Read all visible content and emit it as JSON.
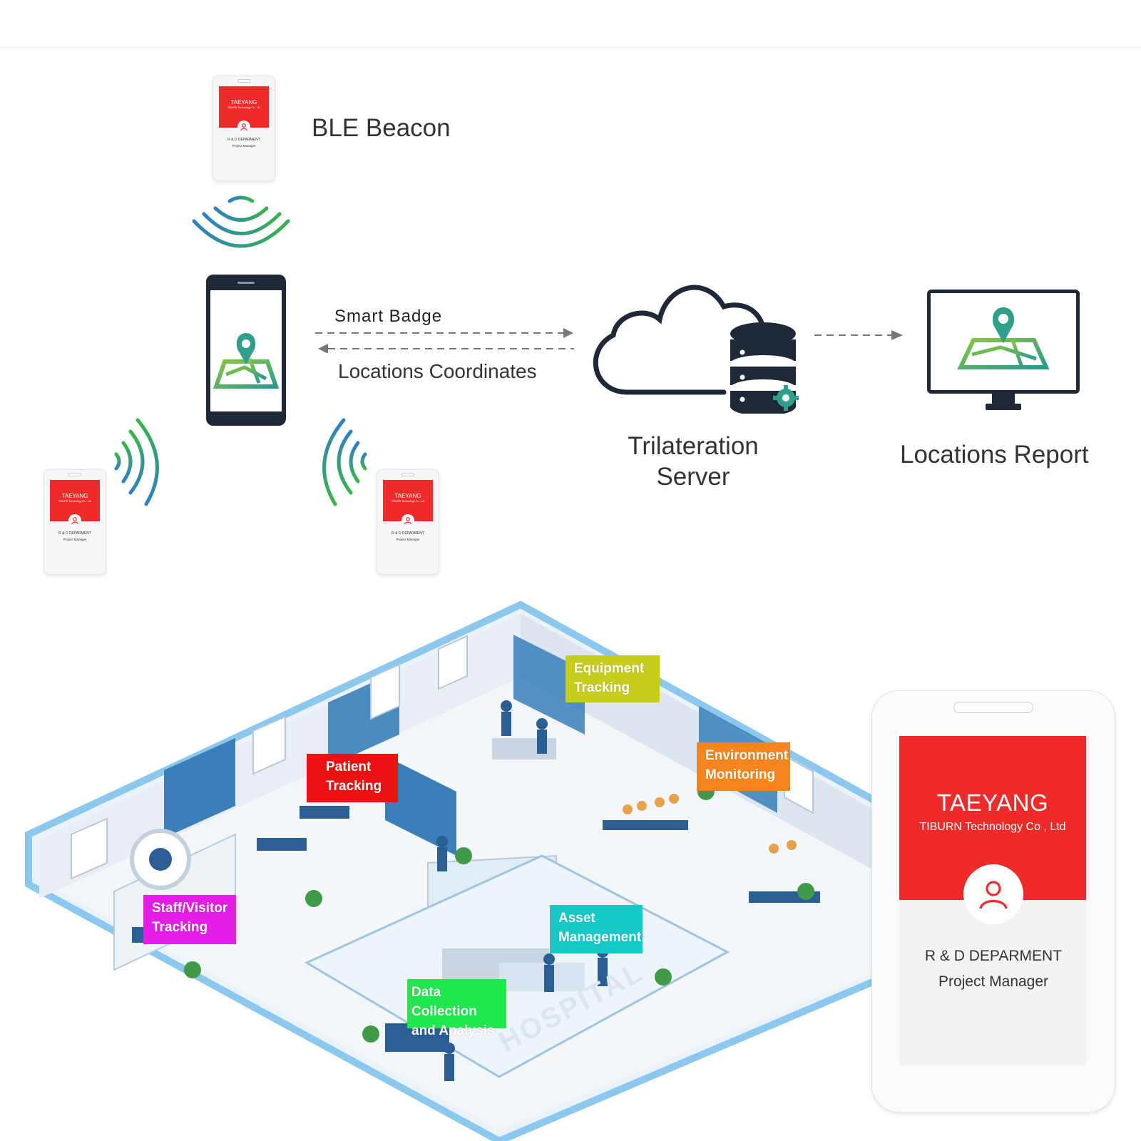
{
  "top_diagram": {
    "beacon_label": "BLE Beacon",
    "smart_badge_label": "Smart Badge",
    "coordinates_label": "Locations Coordinates",
    "server_label_line1": "Trilateration",
    "server_label_line2": "Server",
    "report_label": "Locations Report"
  },
  "badge": {
    "company": "TAEYANG",
    "company_sub": "TIBURN Technology Co . Ltd",
    "department": "R & D DEPARMENT",
    "role": "Project Manager"
  },
  "big_badge": {
    "company": "TAEYANG",
    "company_sub": "TIBURN Technology Co , Ltd",
    "department": "R & D DEPARMENT",
    "role": "Project Manager"
  },
  "hospital": {
    "floor_text": "HOSPITAL",
    "tags": [
      {
        "line1": "Equipment",
        "line2": "Tracking",
        "color": "#c8cc1c"
      },
      {
        "line1": "Patient",
        "line2": "Tracking",
        "color": "#ee1111"
      },
      {
        "line1": "Environment",
        "line2": "Monitoring",
        "color": "#f7851f"
      },
      {
        "line1": "Staff/Visitor",
        "line2": "Tracking",
        "color": "#e61de6"
      },
      {
        "line1": "Asset",
        "line2": "Management",
        "color": "#17c9c9"
      },
      {
        "line1": "Data Collection",
        "line2": "and Analysis",
        "color": "#1ee84e"
      }
    ]
  },
  "colors": {
    "badge_red": "#ee2a2a",
    "dark_navy": "#1e2836",
    "wave_green": "#38b449",
    "wave_blue": "#2f7fc4",
    "hospital_blue": "#3a7fb8"
  }
}
